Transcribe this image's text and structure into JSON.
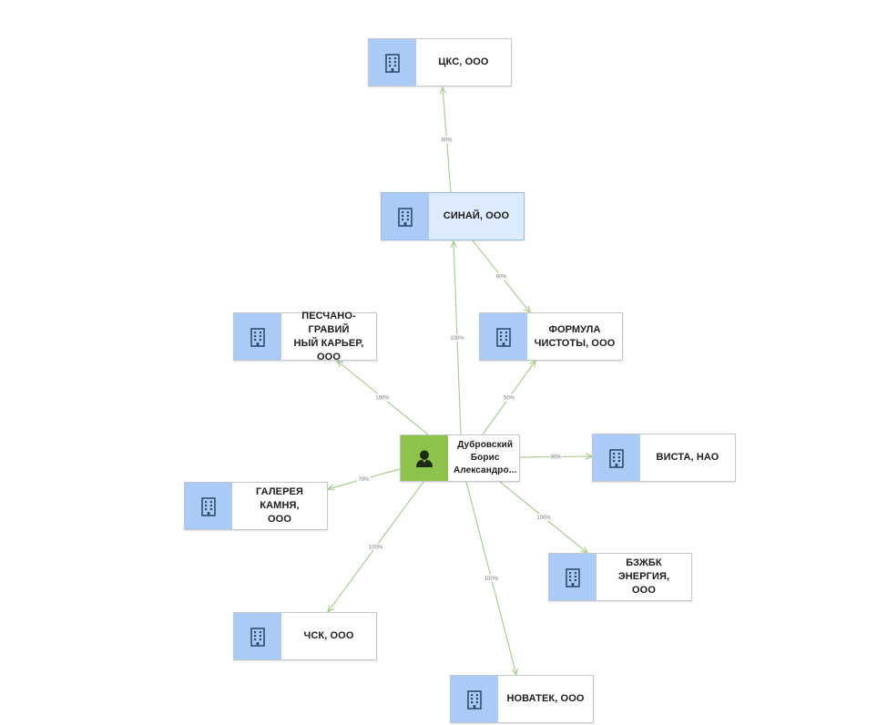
{
  "nodes": [
    {
      "id": "cks",
      "label": "ЦКС, ООО",
      "kind": "company",
      "icon": "building-icon"
    },
    {
      "id": "sinai",
      "label": "СИНАЙ, ООО",
      "kind": "company",
      "icon": "building-icon",
      "selected": true
    },
    {
      "id": "peschano",
      "label": "ПЕСЧАНО-ГРАВИЙ\nНЫЙ КАРЬЕР,\nООО",
      "kind": "company",
      "icon": "building-icon"
    },
    {
      "id": "formula",
      "label": "ФОРМУЛА\nЧИСТОТЫ, ООО",
      "kind": "company",
      "icon": "building-icon"
    },
    {
      "id": "person",
      "label": "Дубровский\nБорис\nАлександро...",
      "kind": "person",
      "icon": "person-icon"
    },
    {
      "id": "vista",
      "label": "ВИСТА, НАО",
      "kind": "company",
      "icon": "building-icon"
    },
    {
      "id": "galereya",
      "label": "ГАЛЕРЕЯ КАМНЯ,\nООО",
      "kind": "company",
      "icon": "building-icon"
    },
    {
      "id": "bzhek",
      "label": "БЗЖБК ЭНЕРГИЯ,\nООО",
      "kind": "company",
      "icon": "building-icon"
    },
    {
      "id": "chsk",
      "label": "ЧСК, ООО",
      "kind": "company",
      "icon": "building-icon"
    },
    {
      "id": "novatek",
      "label": "НОВАТЕК, ООО",
      "kind": "company",
      "icon": "building-icon"
    }
  ],
  "edges": [
    {
      "from": "sinai",
      "to": "cks",
      "label": "90%"
    },
    {
      "from": "sinai",
      "to": "formula",
      "label": "90%"
    },
    {
      "from": "person",
      "to": "sinai",
      "label": "100%"
    },
    {
      "from": "person",
      "to": "peschano",
      "label": "100%"
    },
    {
      "from": "person",
      "to": "formula",
      "label": "50%"
    },
    {
      "from": "person",
      "to": "vista",
      "label": "90%"
    },
    {
      "from": "person",
      "to": "galereya",
      "label": "79%"
    },
    {
      "from": "person",
      "to": "bzhek",
      "label": "100%"
    },
    {
      "from": "person",
      "to": "chsk",
      "label": "100%"
    },
    {
      "from": "person",
      "to": "novatek",
      "label": "100%"
    }
  ]
}
